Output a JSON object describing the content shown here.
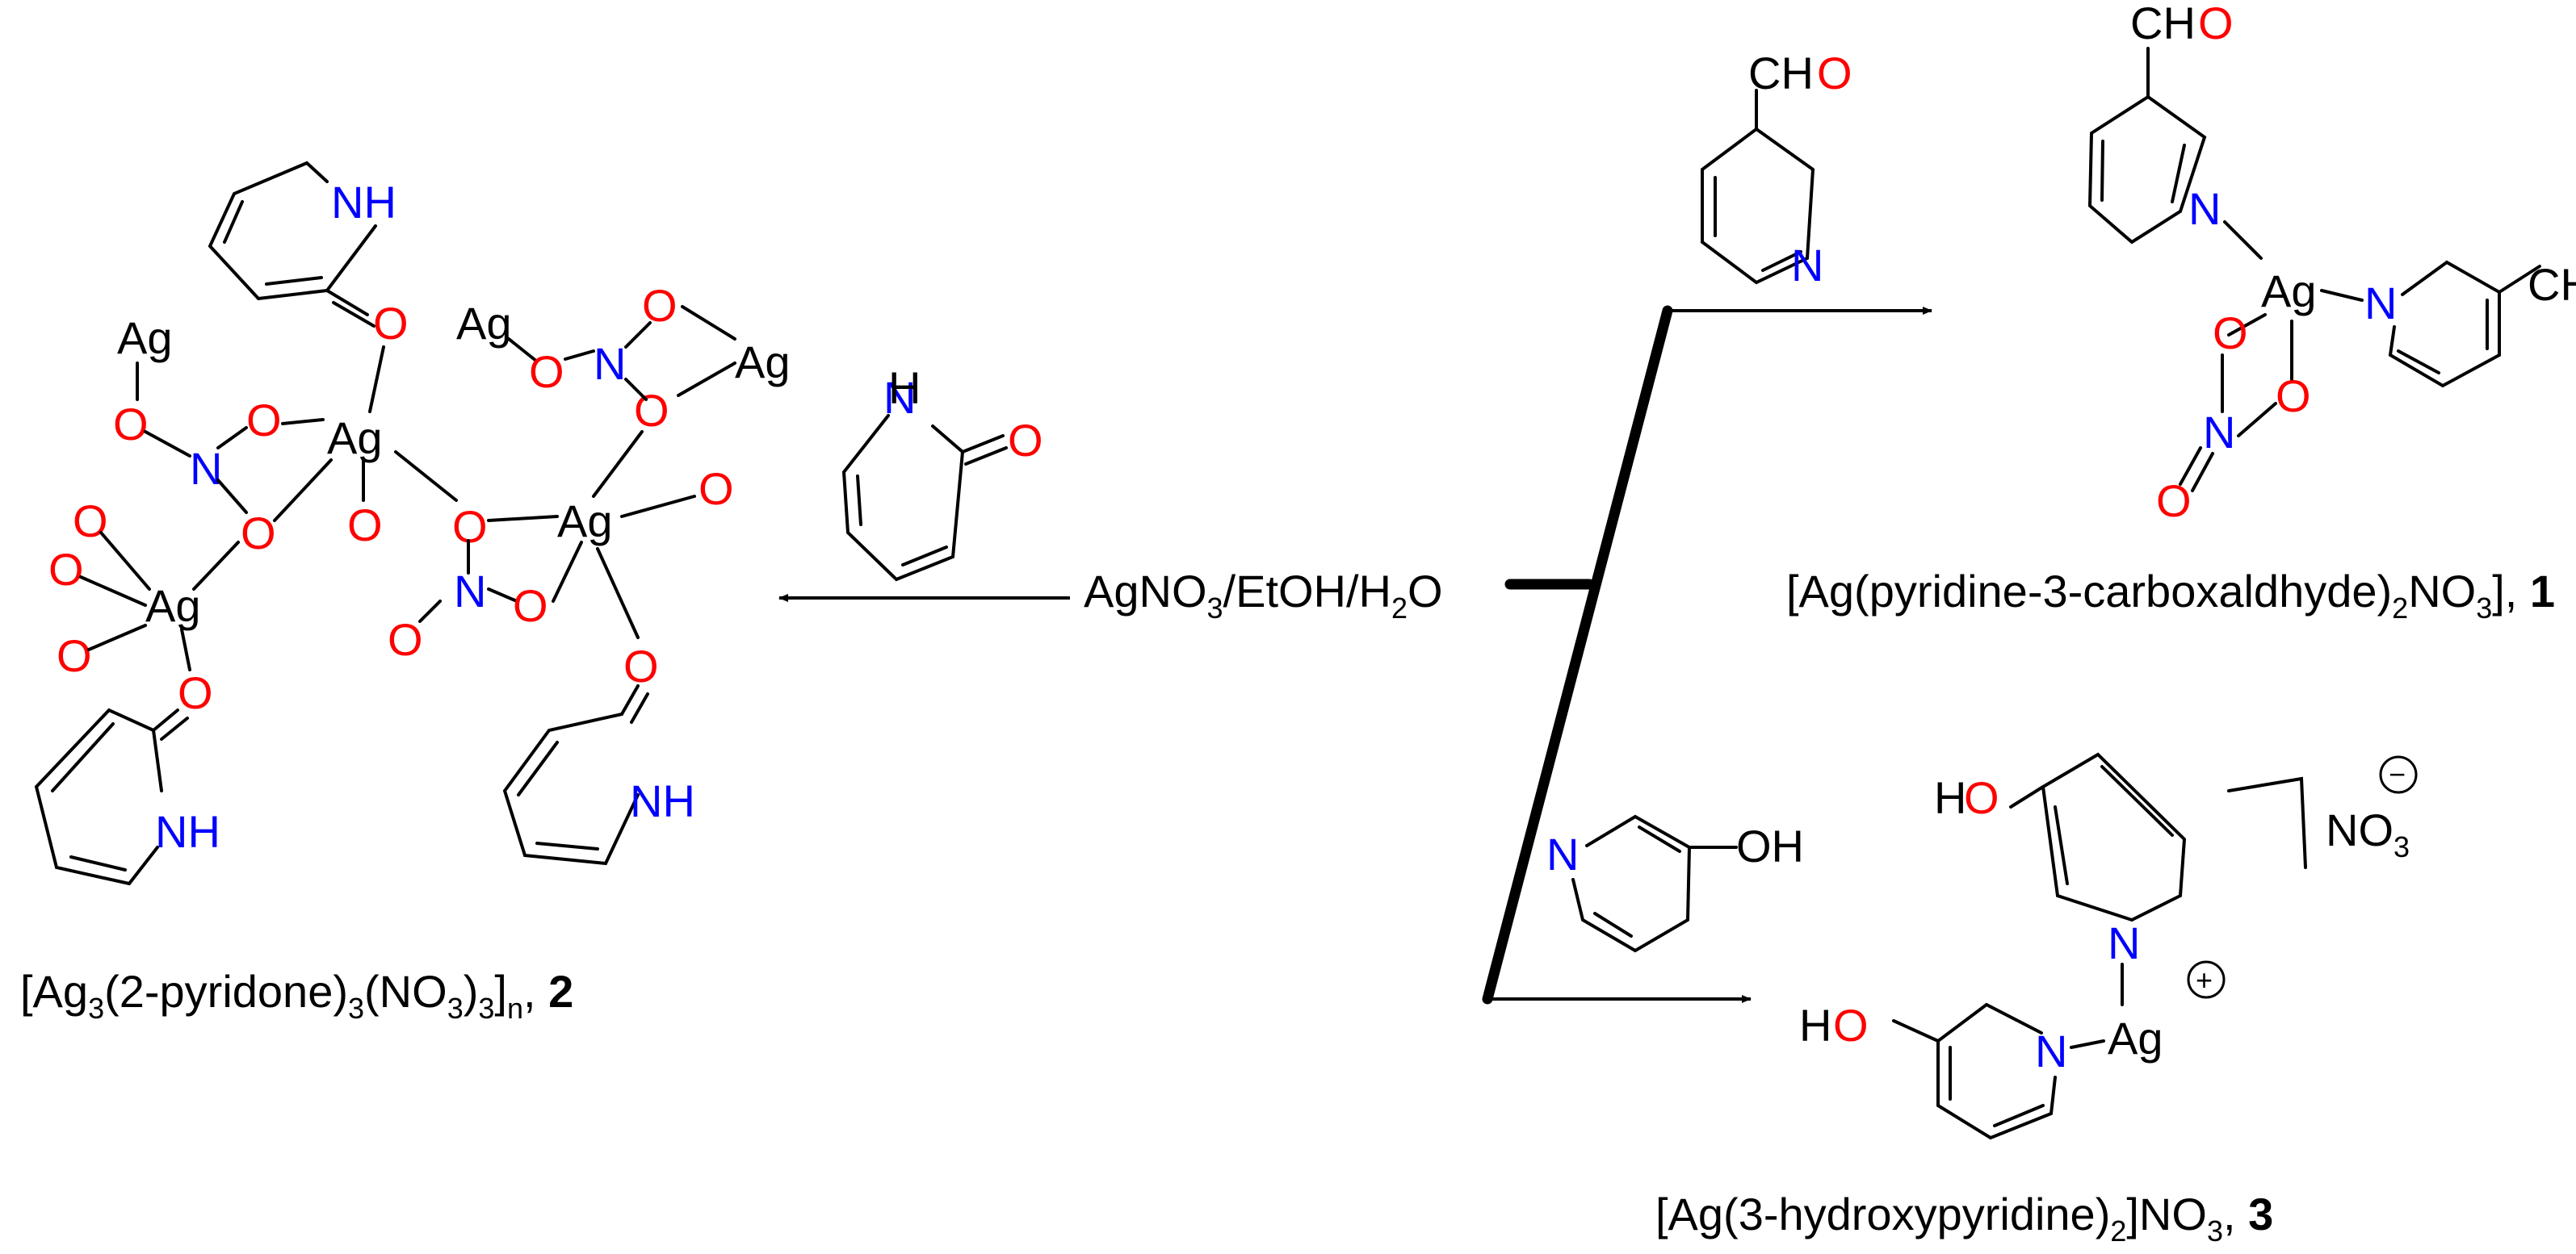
{
  "colors": {
    "bond": "#000000",
    "oxygen": "#ff0000",
    "nitrogen": "#0000ff",
    "background": "#ffffff"
  },
  "atoms": {
    "Ag": "Ag",
    "O": "O",
    "N": "N",
    "H": "H",
    "NH": "NH",
    "CH": "CH",
    "HO": "HO",
    "OH": "OH"
  },
  "reagent": {
    "part1": "AgNO",
    "sub1": "3",
    "part2": "/EtOH/H",
    "sub2": "2",
    "part3": "O"
  },
  "product2": {
    "p1": "[Ag",
    "s1": "3",
    "p2": "(2-pyridone)",
    "s2": "3",
    "p3": "(NO",
    "s3": "3",
    "p4": ")",
    "s4": "3",
    "p5": "]",
    "s5": "n",
    "p6": ", ",
    "num": "2"
  },
  "product1": {
    "p1": "[Ag(pyridine-3-carboxaldhyde)",
    "s1": "2",
    "p2": "NO",
    "s2": "3",
    "p3": "], ",
    "num": "1"
  },
  "product3": {
    "p1": "[Ag(3-hydroxypyridine)",
    "s1": "2",
    "p2": "]NO",
    "s2": "3",
    "p3": ", ",
    "num": "3"
  },
  "counterion": {
    "main": "NO",
    "sub": "3",
    "charge_minus": "−",
    "charge_plus": "+"
  }
}
